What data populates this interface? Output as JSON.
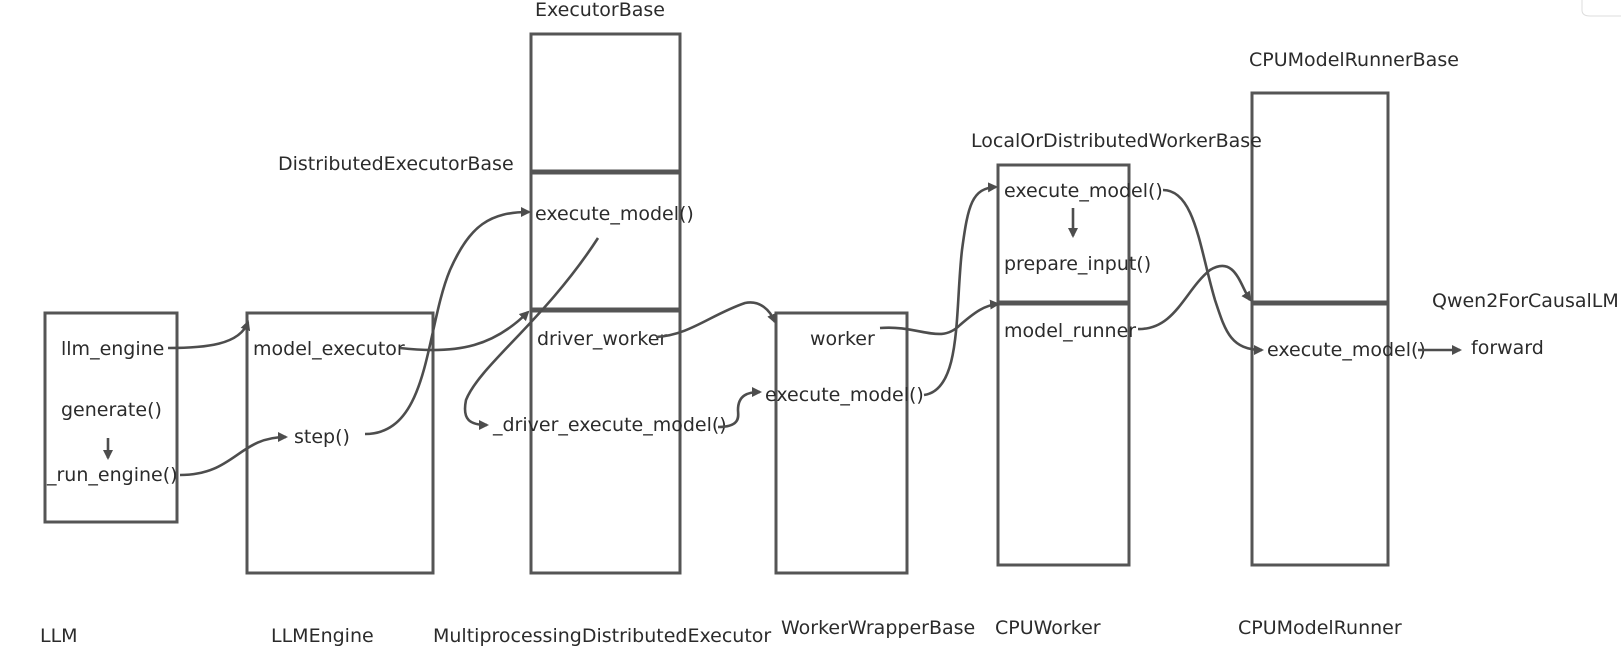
{
  "classes": {
    "llm": "LLM",
    "llm_engine": "LLMEngine",
    "multiprocessing_executor": "MultiprocessingDistributedExecutor",
    "executor_base": "ExecutorBase",
    "distributed_executor_base": "DistributedExecutorBase",
    "worker_wrapper_base": "WorkerWrapperBase",
    "cpu_worker": "CPUWorker",
    "local_or_distributed_worker_base": "LocalOrDistributedWorkerBase",
    "cpu_model_runner": "CPUModelRunner",
    "cpu_model_runner_base": "CPUModelRunnerBase",
    "qwen2": "Qwen2ForCausalLM"
  },
  "members": {
    "llm_engine": "llm_engine",
    "generate": "generate()",
    "run_engine": "_run_engine()",
    "model_executor": "model_executor",
    "step": "step()",
    "executor_execute_model": "execute_model()",
    "driver_worker": "driver_worker",
    "driver_execute_model": "_driver_execute_model()",
    "worker": "worker",
    "wrapper_execute_model": "execute_model()",
    "worker_execute_model": "execute_model()",
    "prepare_input": "prepare_input()",
    "model_runner": "model_runner",
    "runner_execute_model": "execute_model()",
    "forward": "forward"
  }
}
